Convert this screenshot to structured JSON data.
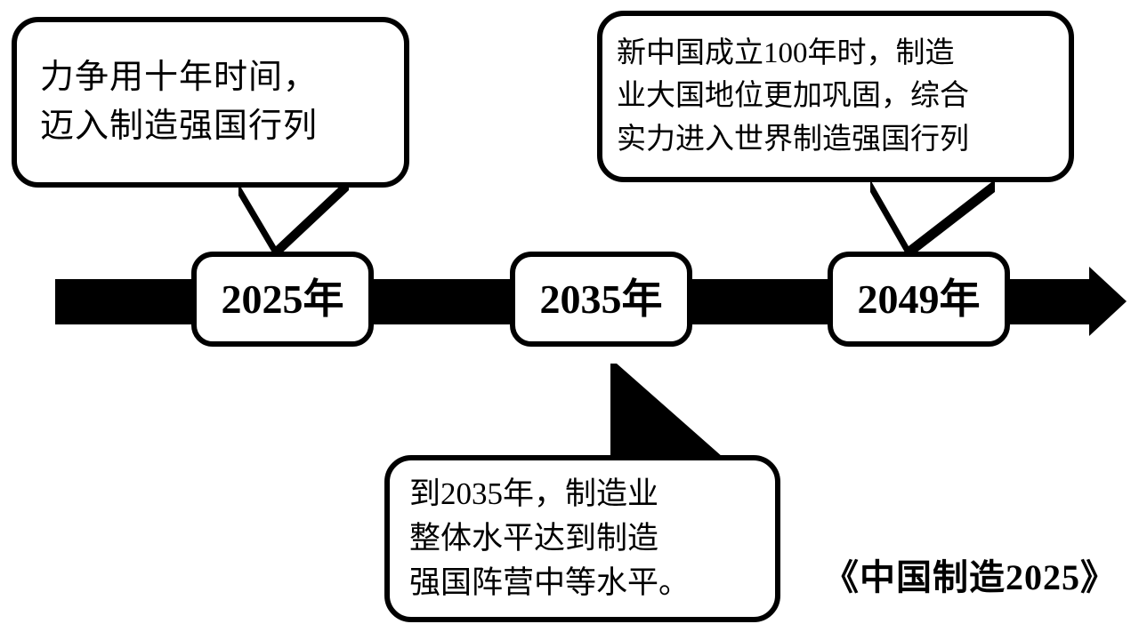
{
  "diagram": {
    "title_caption": "《中国制造2025》",
    "timeline": {
      "arrow_color": "#000000",
      "direction": "left-to-right",
      "milestones": [
        {
          "id": "m2025",
          "label": "2025年"
        },
        {
          "id": "m2035",
          "label": "2035年"
        },
        {
          "id": "m2049",
          "label": "2049年"
        }
      ]
    },
    "callouts": [
      {
        "id": "c2025",
        "for": "2025年",
        "position": "above-left",
        "text": "力争用十年时间，\n迈入制造强国行列"
      },
      {
        "id": "c2049",
        "for": "2049年",
        "position": "above-right",
        "text": "新中国成立100年时，制造\n业大国地位更加巩固，综合\n实力进入世界制造强国行列"
      },
      {
        "id": "c2035",
        "for": "2035年",
        "position": "below-center",
        "text": "到2035年，制造业\n整体水平达到制造\n强国阵营中等水平。"
      }
    ]
  },
  "colors": {
    "ink": "#000000",
    "paper": "#ffffff"
  }
}
